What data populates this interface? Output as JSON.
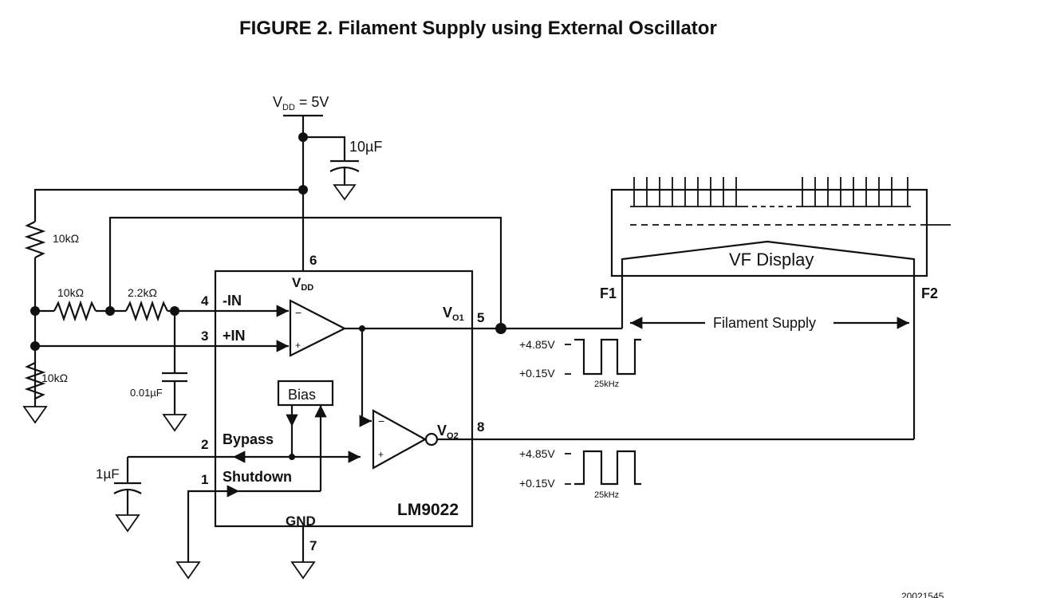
{
  "figure": {
    "title": "FIGURE 2. Filament Supply using External Oscillator",
    "code": "20021545"
  },
  "supply": {
    "vdd_prefix": "V",
    "vdd_sub": "DD",
    "vdd_value": " = 5V",
    "cap_10uF": "10µF"
  },
  "resistors": {
    "r_top": "10kΩ",
    "r_series1": "10kΩ",
    "r_series2": "2.2kΩ",
    "r_bottom": "10kΩ"
  },
  "capacitors": {
    "c_filter": "0.01µF",
    "c_bypass": "1µF"
  },
  "chip": {
    "name": "LM9022",
    "bias": "Bias",
    "gnd": "GND",
    "vdd_prefix": "V",
    "vdd_sub": "DD",
    "vo1_prefix": "V",
    "vo1_sub": "O1",
    "vo2_prefix": "V",
    "vo2_sub": "O2",
    "pins": [
      {
        "num": "6"
      },
      {
        "num": "4",
        "label": "-IN"
      },
      {
        "num": "3",
        "label": "+IN"
      },
      {
        "num": "5"
      },
      {
        "num": "8"
      },
      {
        "num": "2",
        "label": "Bypass"
      },
      {
        "num": "1",
        "label": "Shutdown"
      },
      {
        "num": "7"
      }
    ],
    "opamp_minus": "−",
    "opamp_plus": "+"
  },
  "display": {
    "label": "VF Display",
    "f1": "F1",
    "f2": "F2",
    "filament_supply": "Filament Supply"
  },
  "waveforms": [
    {
      "high": "+4.85V",
      "low": "+0.15V",
      "freq": "25kHz"
    },
    {
      "high": "+4.85V",
      "low": "+0.15V",
      "freq": "25kHz"
    }
  ]
}
